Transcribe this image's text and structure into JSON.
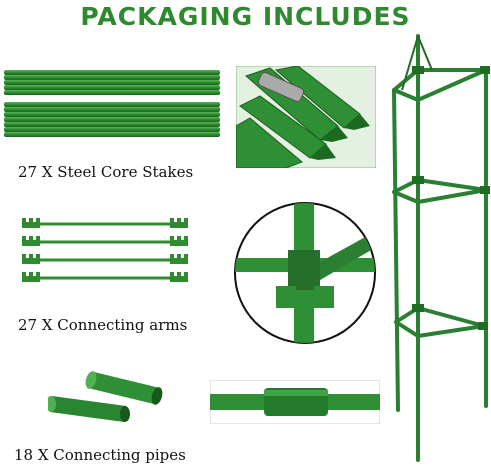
{
  "title": "PACKAGING INCLUDES",
  "items": [
    {
      "label": "27 X Steel Core Stakes"
    },
    {
      "label": "27 X Connecting arms"
    },
    {
      "label": "18 X Connecting pipes"
    }
  ],
  "colors": {
    "title": "#2f8a2f",
    "stake_green": "#2e8b2e",
    "stake_dark": "#1f6d22",
    "frame": "#2a7f32"
  }
}
